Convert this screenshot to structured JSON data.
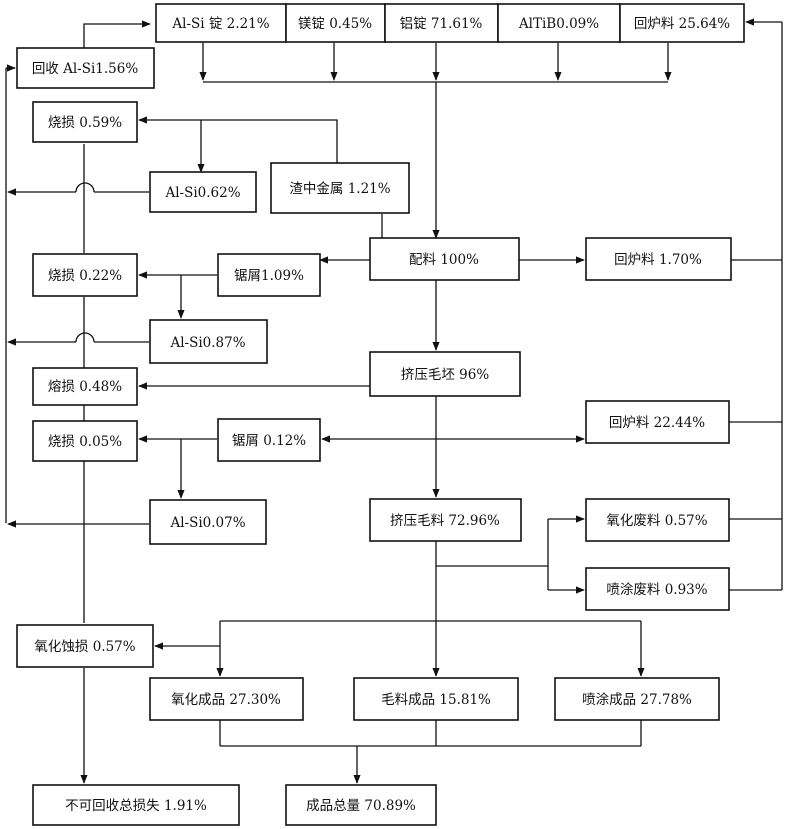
{
  "boxes": {
    "alsi_ingot": "Al-Si 锭 2.21%",
    "mg_ingot": "镁锭 0.45%",
    "al_ingot": "铝锭 71.61%",
    "altib": "AlTiB0.09%",
    "return_top": "回炉料 25.64%",
    "recover_alsi": "回收 Al-Si1.56%",
    "burn_loss_1": "烧损 0.59%",
    "alsi_1": "Al-Si0.62%",
    "slag_metal": "渣中金属 1.21%",
    "burn_loss_2": "烧损 0.22%",
    "sawdust_1": "锯屑1.09%",
    "batch": "配料 100%",
    "return_1": "回炉料 1.70%",
    "alsi_2": "Al-Si0.87%",
    "extrude_billet": "挤压毛坯 96%",
    "melt_loss": "熔损 0.48%",
    "burn_loss_3": "烧损 0.05%",
    "sawdust_2": "锯屑 0.12%",
    "return_2": "回炉料 22.44%",
    "alsi_3": "Al-Si0.07%",
    "extrude_raw": "挤压毛料 72.96%",
    "anodize_waste": "氧化废料 0.57%",
    "spray_waste": "喷涂废料 0.93%",
    "anodize_loss": "氧化蚀损 0.57%",
    "anodize_product": "氧化成品 27.30%",
    "raw_product": "毛料成品 15.81%",
    "spray_product": "喷涂成品 27.78%",
    "total_loss": "不可回收总损失 1.91%",
    "total_product": "成品总量 70.89%"
  }
}
